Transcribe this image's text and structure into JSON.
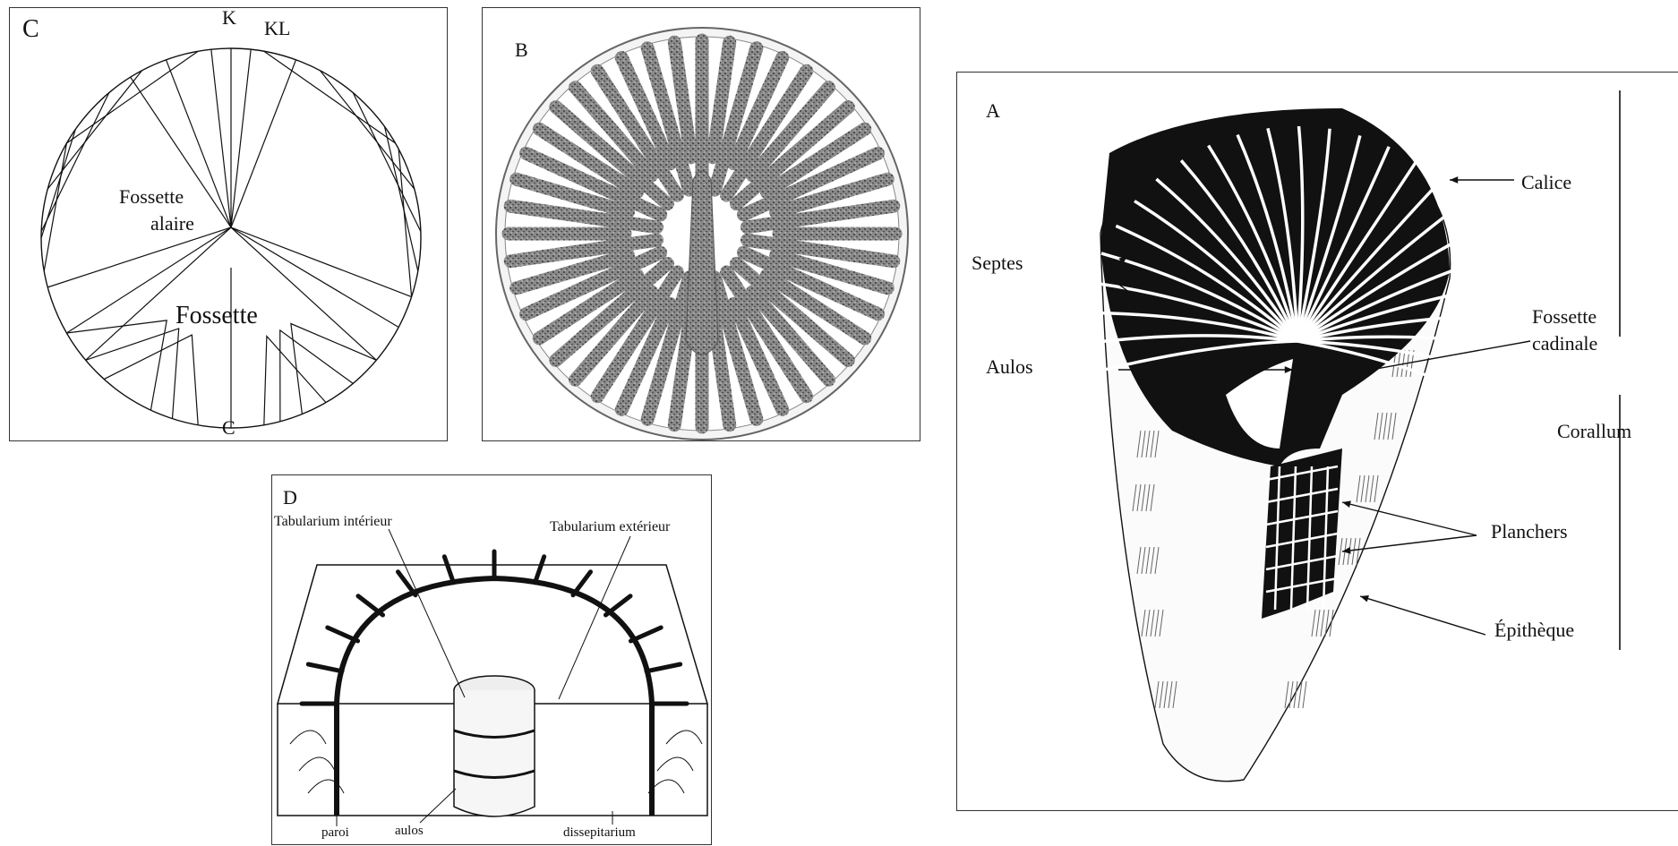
{
  "panel_c": {
    "letter": "C",
    "k": "K",
    "kl": "KL",
    "alar_fossula_line1": "Fossette",
    "alar_fossula_line2": "alaire",
    "fossula": "Fossette",
    "c_bottom": "C"
  },
  "panel_b": {
    "letter": "B"
  },
  "panel_d": {
    "letter": "D",
    "inner_tabularium": "Tabularium intérieur",
    "outer_tabularium": "Tabularium extérieur",
    "wall": "paroi",
    "aulos": "aulos",
    "dissepimentarium": "dissepitarium"
  },
  "panel_a": {
    "letter": "A",
    "calice": "Calice",
    "septes": "Septes",
    "fossette_line1": "Fossette",
    "fossette_line2": "cadinale",
    "aulos": "Aulos",
    "corallum": "Corallum",
    "planchers": "Planchers",
    "epitheque": "Épithèque"
  },
  "colors": {
    "ink": "#111111",
    "stipple": "#555555",
    "background": "#ffffff"
  }
}
